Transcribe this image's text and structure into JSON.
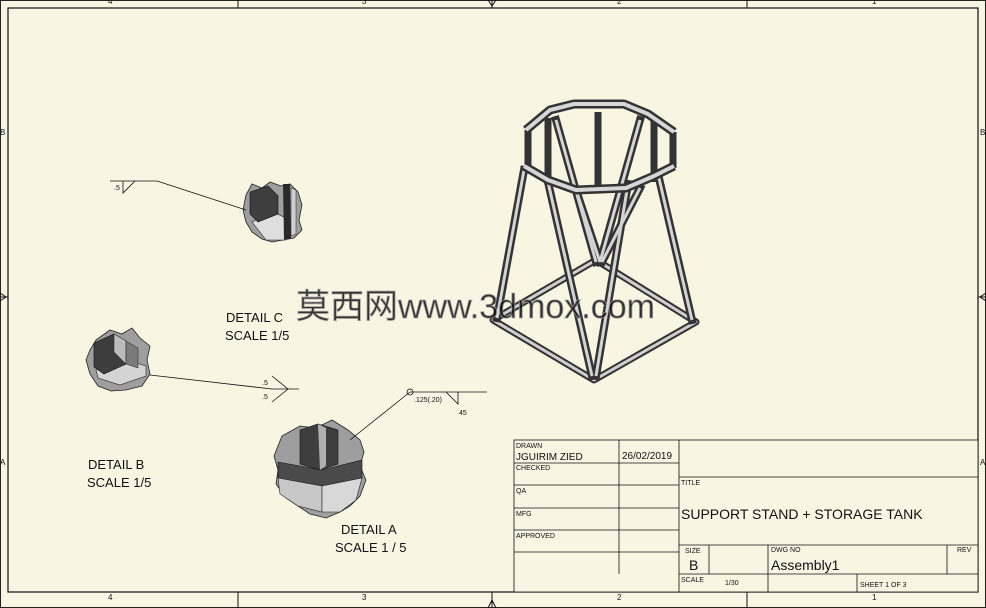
{
  "zones": {
    "top": [
      "4",
      "3",
      "2",
      "1"
    ],
    "bottom": [
      "4",
      "3",
      "2",
      "1"
    ],
    "left": [
      "B",
      "A"
    ],
    "right": [
      "B",
      "A"
    ]
  },
  "details": {
    "c": {
      "title": "DETAIL  C",
      "scale": "SCALE 1/5"
    },
    "b": {
      "title": "DETAIL  B",
      "scale": "SCALE 1/5"
    },
    "a": {
      "title": "DETAIL  A",
      "scale": "SCALE 1 / 5"
    }
  },
  "welds": {
    "c_size": ".5",
    "b_size_top": ".5",
    "b_size_bottom": ".5",
    "a_size": ".125(.20)",
    "a_angle": "45"
  },
  "watermark": "莫西网www.3dmox.com",
  "title_block": {
    "drawn_label": "DRAWN",
    "drawn_by": "JGUIRIM ZIED",
    "drawn_date": "26/02/2019",
    "checked_label": "CHECKED",
    "qa_label": "QA",
    "mfg_label": "MFG",
    "approved_label": "APPROVED",
    "title_label": "TITLE",
    "title": "SUPPORT STAND + STORAGE TANK",
    "size_label": "SIZE",
    "size": "B",
    "dwg_label": "DWG NO",
    "dwg_no": "Assembly1",
    "rev_label": "REV",
    "scale_label": "SCALE",
    "scale": "1/30",
    "sheet": "SHEET 1  OF 3"
  }
}
